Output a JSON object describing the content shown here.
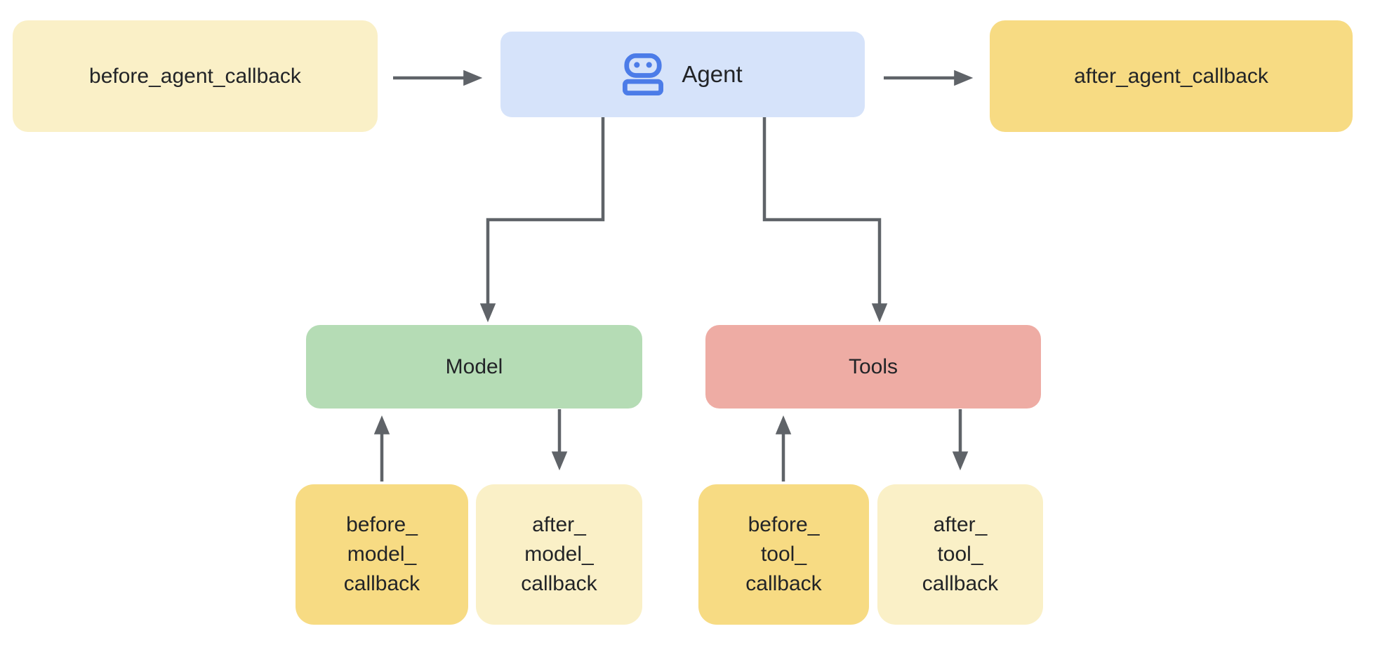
{
  "colors": {
    "background": "#ffffff",
    "cream": "#FAF0C7",
    "gold": "#F7DB83",
    "agent_blue": "#D6E3FA",
    "icon_blue": "#4C7CE8",
    "green": "#B5DCB5",
    "pink": "#EEACA4",
    "arrow": "#5F6368",
    "text": "#222427"
  },
  "nodes": {
    "before_agent": {
      "label": "before_agent_callback"
    },
    "agent": {
      "label": "Agent",
      "icon": "robot-icon"
    },
    "after_agent": {
      "label": "after_agent_callback"
    },
    "model": {
      "label": "Model"
    },
    "tools": {
      "label": "Tools"
    },
    "before_model": {
      "lines": [
        "before_",
        "model_",
        "callback"
      ]
    },
    "after_model": {
      "lines": [
        "after_",
        "model_",
        "callback"
      ]
    },
    "before_tool": {
      "lines": [
        "before_",
        "tool_",
        "callback"
      ]
    },
    "after_tool": {
      "lines": [
        "after_",
        "tool_",
        "callback"
      ]
    }
  },
  "edges": [
    {
      "from": "before_agent_callback",
      "to": "Agent"
    },
    {
      "from": "Agent",
      "to": "after_agent_callback"
    },
    {
      "from": "Agent",
      "to": "Model"
    },
    {
      "from": "Agent",
      "to": "Tools"
    },
    {
      "from": "before_model_callback",
      "to": "Model"
    },
    {
      "from": "Model",
      "to": "after_model_callback"
    },
    {
      "from": "before_tool_callback",
      "to": "Tools"
    },
    {
      "from": "Tools",
      "to": "after_tool_callback"
    }
  ]
}
